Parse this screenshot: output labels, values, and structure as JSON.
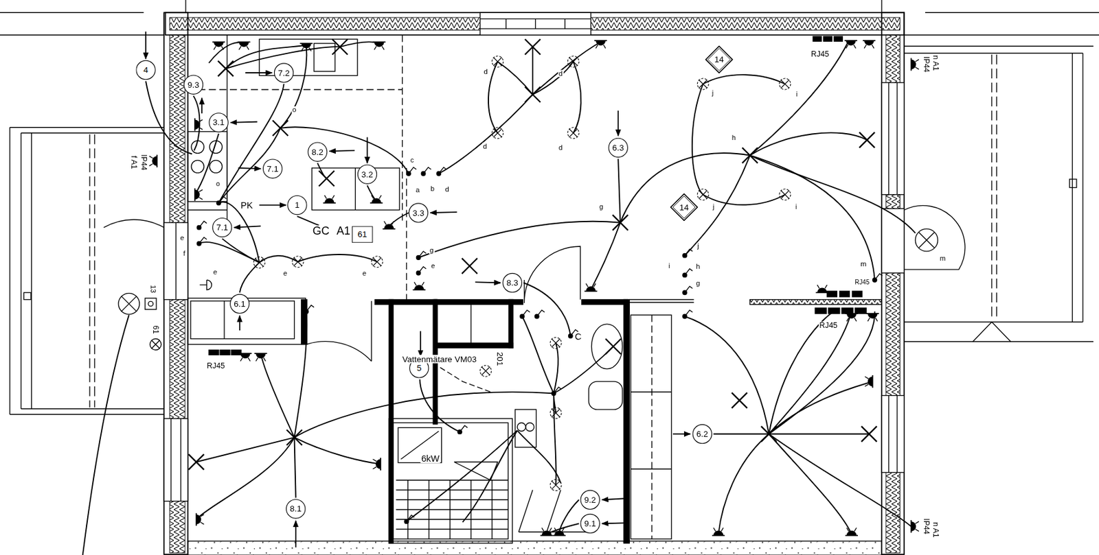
{
  "diagram": {
    "nodes": [
      {
        "text": [
          "14"
        ]
      },
      {
        "text": [
          "4"
        ]
      },
      {
        "text": [
          "7.2"
        ]
      },
      {
        "text": [
          "9.3"
        ]
      },
      {
        "text": [
          "3.1"
        ]
      },
      {
        "text": [
          "6.3"
        ]
      },
      {
        "text": [
          "8.2"
        ]
      },
      {
        "text": [
          "7.1"
        ]
      },
      {
        "text": [
          "3.2"
        ]
      },
      {
        "text": [
          "1"
        ]
      },
      {
        "text": [
          "14"
        ]
      },
      {
        "text": [
          "3.3"
        ]
      },
      {
        "text": [
          "7.1"
        ]
      },
      {
        "text": [
          "61"
        ]
      },
      {
        "text": [
          "8.3"
        ]
      },
      {
        "text": [
          "6.1"
        ]
      },
      {
        "text": [
          "5"
        ]
      },
      {
        "text": [
          "6.2"
        ]
      },
      {
        "text": [
          "9.2"
        ]
      },
      {
        "text": [
          "8.1"
        ]
      },
      {
        "text": [
          "9.1"
        ]
      }
    ],
    "labels": [
      "PK",
      "GC",
      "A1",
      "RJ45",
      "n A1",
      "IP44",
      "IP44",
      "f A1",
      "13",
      "61",
      "RJ45",
      "Vattenmätare VM03",
      "201",
      "6kW",
      "C",
      "RJ45",
      "RJ45",
      "n A1",
      "IP44",
      "d",
      "d",
      "d",
      "d",
      "c",
      "a",
      "b",
      "d",
      "o",
      "o",
      "e",
      "f",
      "e",
      "e",
      "e",
      "g",
      "e",
      "g",
      "h",
      "j",
      "i",
      "j",
      "i",
      "j",
      "i",
      "h",
      "g",
      "m",
      "m"
    ]
  }
}
